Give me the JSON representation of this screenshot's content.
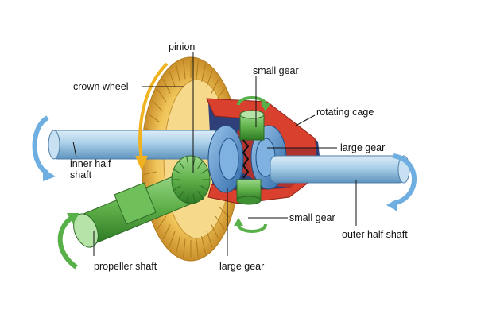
{
  "labels": {
    "pinion": "pinion",
    "crown_wheel": "crown wheel",
    "small_gear_top": "small gear",
    "rotating_cage": "rotating cage",
    "large_gear_right": "large gear",
    "inner_half_shaft": "inner half shaft",
    "small_gear_bottom": "small gear",
    "outer_half_shaft": "outer  half shaft",
    "propeller_shaft": "propeller shaft",
    "large_gear_bottom": "large gear"
  },
  "colors": {
    "crown_wheel": "#e8b84a",
    "cage": "#d9402e",
    "shaft": "#a9cfe8",
    "pinion": "#5fb04a",
    "gear_blue": "#3f7fc4",
    "arrow_blue": "#6eaee0",
    "arrow_green": "#58b048",
    "arrow_orange": "#f0b21f"
  }
}
